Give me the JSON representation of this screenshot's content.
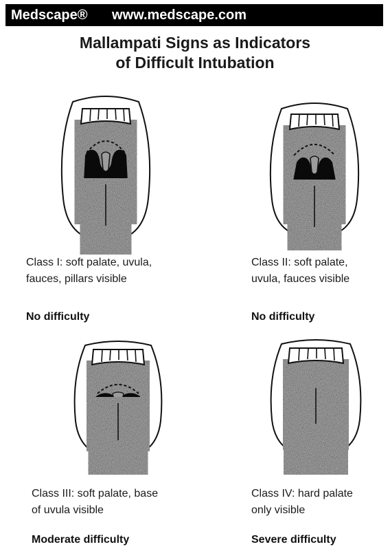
{
  "header": {
    "brand": "Medscape®",
    "url": "www.medscape.com"
  },
  "title": {
    "line1": "Mallampati Signs as Indicators",
    "line2": "of Difficult Intubation"
  },
  "classes": [
    {
      "caption_line1": "Class I: soft palate, uvula,",
      "caption_line2": "fauces, pillars visible",
      "difficulty": "No difficulty"
    },
    {
      "caption_line1": "Class II: soft palate,",
      "caption_line2": "uvula, fauces visible",
      "difficulty": "No difficulty"
    },
    {
      "caption_line1": "Class III: soft palate, base",
      "caption_line2": "of uvula visible",
      "difficulty": "Moderate difficulty"
    },
    {
      "caption_line1": "Class IV: hard palate",
      "caption_line2": "only visible",
      "difficulty": "Severe difficulty"
    }
  ]
}
